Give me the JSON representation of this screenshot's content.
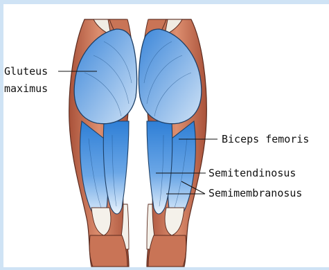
{
  "labels": {
    "gluteus": "Gluteus",
    "maximus": "maximus",
    "biceps": "Biceps femoris",
    "semitend": "Semitendinosus",
    "semimemb": "Semimembranosus"
  },
  "colors": {
    "background": "#cfe3f5",
    "panel": "#ffffff",
    "muscle_blue": "#4a90dc",
    "muscle_red": "#c0664a",
    "tendon": "#f2efe8"
  }
}
